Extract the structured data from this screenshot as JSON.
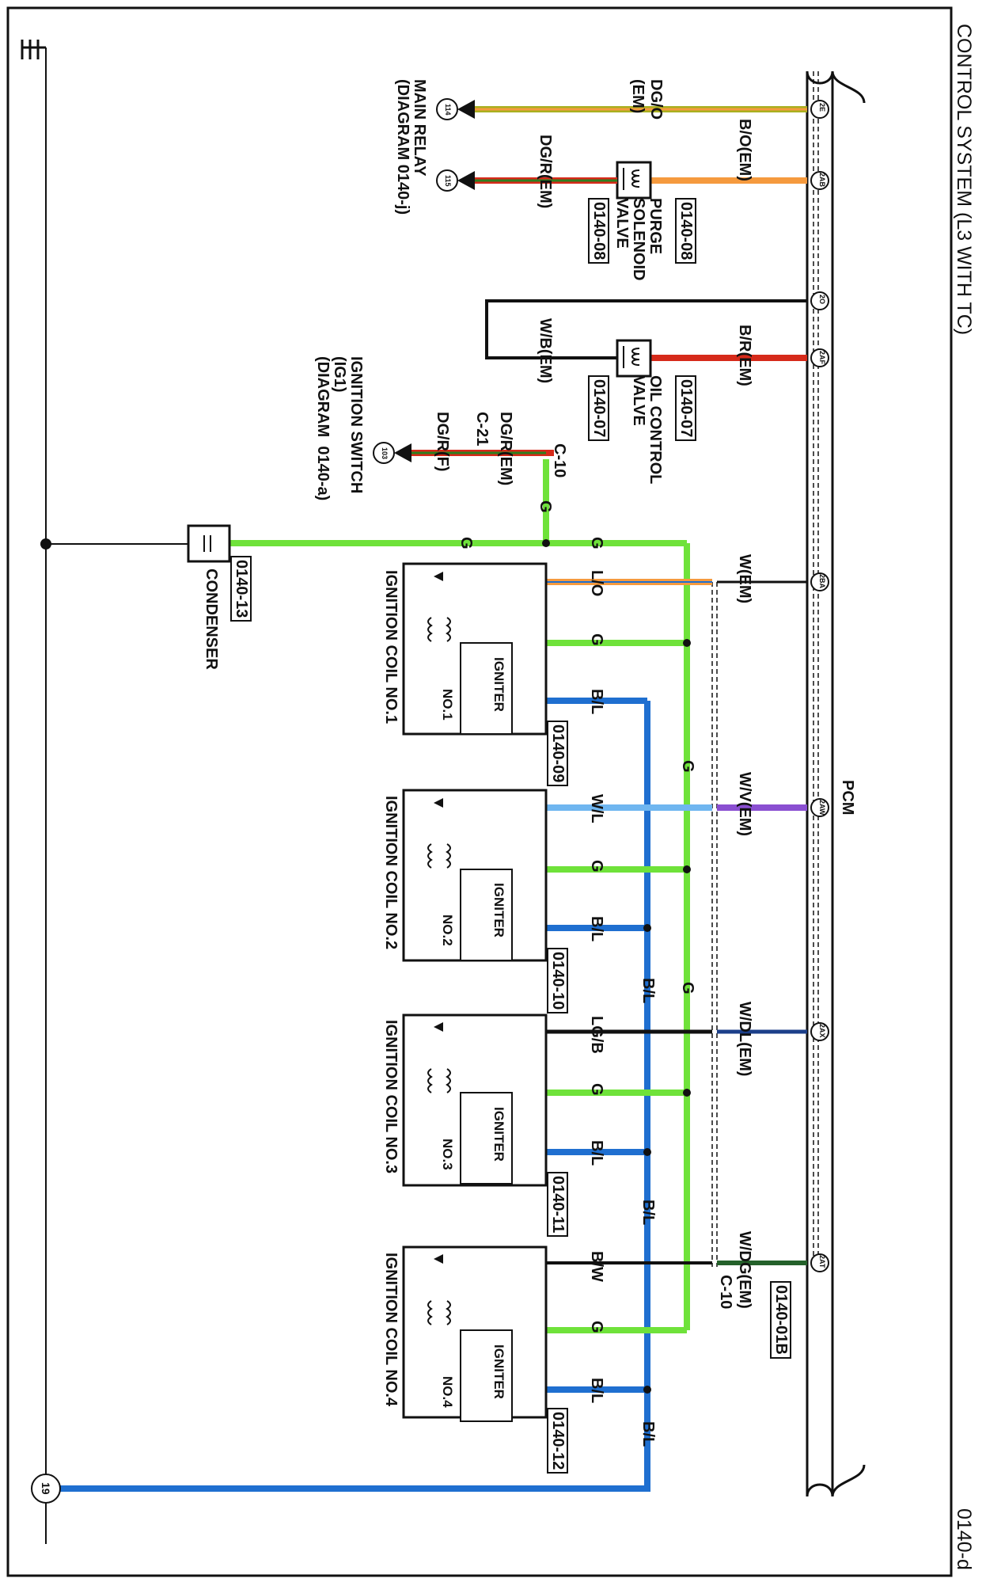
{
  "header": {
    "title": "CONTROL SYSTEM (L3 WITH TC)",
    "page_code": "0140-d"
  },
  "module": {
    "name": "PCM"
  },
  "pins": [
    "2E",
    "2AB",
    "2O",
    "2AF",
    "2BA",
    "2AW",
    "2AX",
    "2AT"
  ],
  "wires": {
    "dg_o_em": "DG/O\n(EM)",
    "b_o_em": "B/O(EM)",
    "dg_r_em": "DG/R(EM)",
    "b_r_em": "B/R(EM)",
    "w_b_em": "W/B(EM)",
    "w_em": "W(EM)",
    "w_v_em": "W/V(EM)",
    "w_dl_em": "W/DL(EM)",
    "w_dg_em": "W/DG(EM)",
    "l_o": "L/O",
    "w_l": "W/L",
    "lg_b": "LG/B",
    "b_w": "B/W",
    "g": "G",
    "b_l": "B/L",
    "dg_r_em_2": "DG/R(EM)",
    "dg_r_f": "DG/R(F)"
  },
  "connectors": {
    "c10": "C-10",
    "c21": "C-21"
  },
  "refs": {
    "r0140_08": "0140-08",
    "r0140_07": "0140-07",
    "r0140_09": "0140-09",
    "r0140_10": "0140-10",
    "r0140_11": "0140-11",
    "r0140_12": "0140-12",
    "r0140_13": "0140-13",
    "r0140_01b": "0140-01B"
  },
  "components": {
    "purge_valve": "PURGE\nSOLENOID\nVALVE",
    "oil_valve": "OIL CONTROL\nVALVE",
    "condenser": "CONDENSER",
    "main_relay": "MAIN RELAY\n(DIAGRAM 0140-j)",
    "ign_switch": "IGNITION SWITCH\n(IG1)\n(DIAGRAM  0140-a)",
    "coil1": "IGNITION COIL NO.1",
    "coil2": "IGNITION COIL NO.2",
    "coil3": "IGNITION COIL NO.3",
    "coil4": "IGNITION COIL NO.4",
    "igniter": "IGNITER",
    "no1": "NO.1",
    "no2": "NO.2",
    "no3": "NO.3",
    "no4": "NO.4"
  },
  "circles": {
    "c114": "114",
    "c115": "115",
    "c103": "103",
    "ground": "19"
  },
  "colors": {
    "green": "#6fe23a",
    "blue": "#1f6fd0",
    "orange": "#f59a3e",
    "red": "#d62a1a",
    "olive": "#a9b020",
    "purple": "#8a4fd1",
    "navy": "#1c3f8a",
    "darkgreen": "#24612a",
    "lightblue": "#6fb6f0",
    "black": "#111111"
  }
}
